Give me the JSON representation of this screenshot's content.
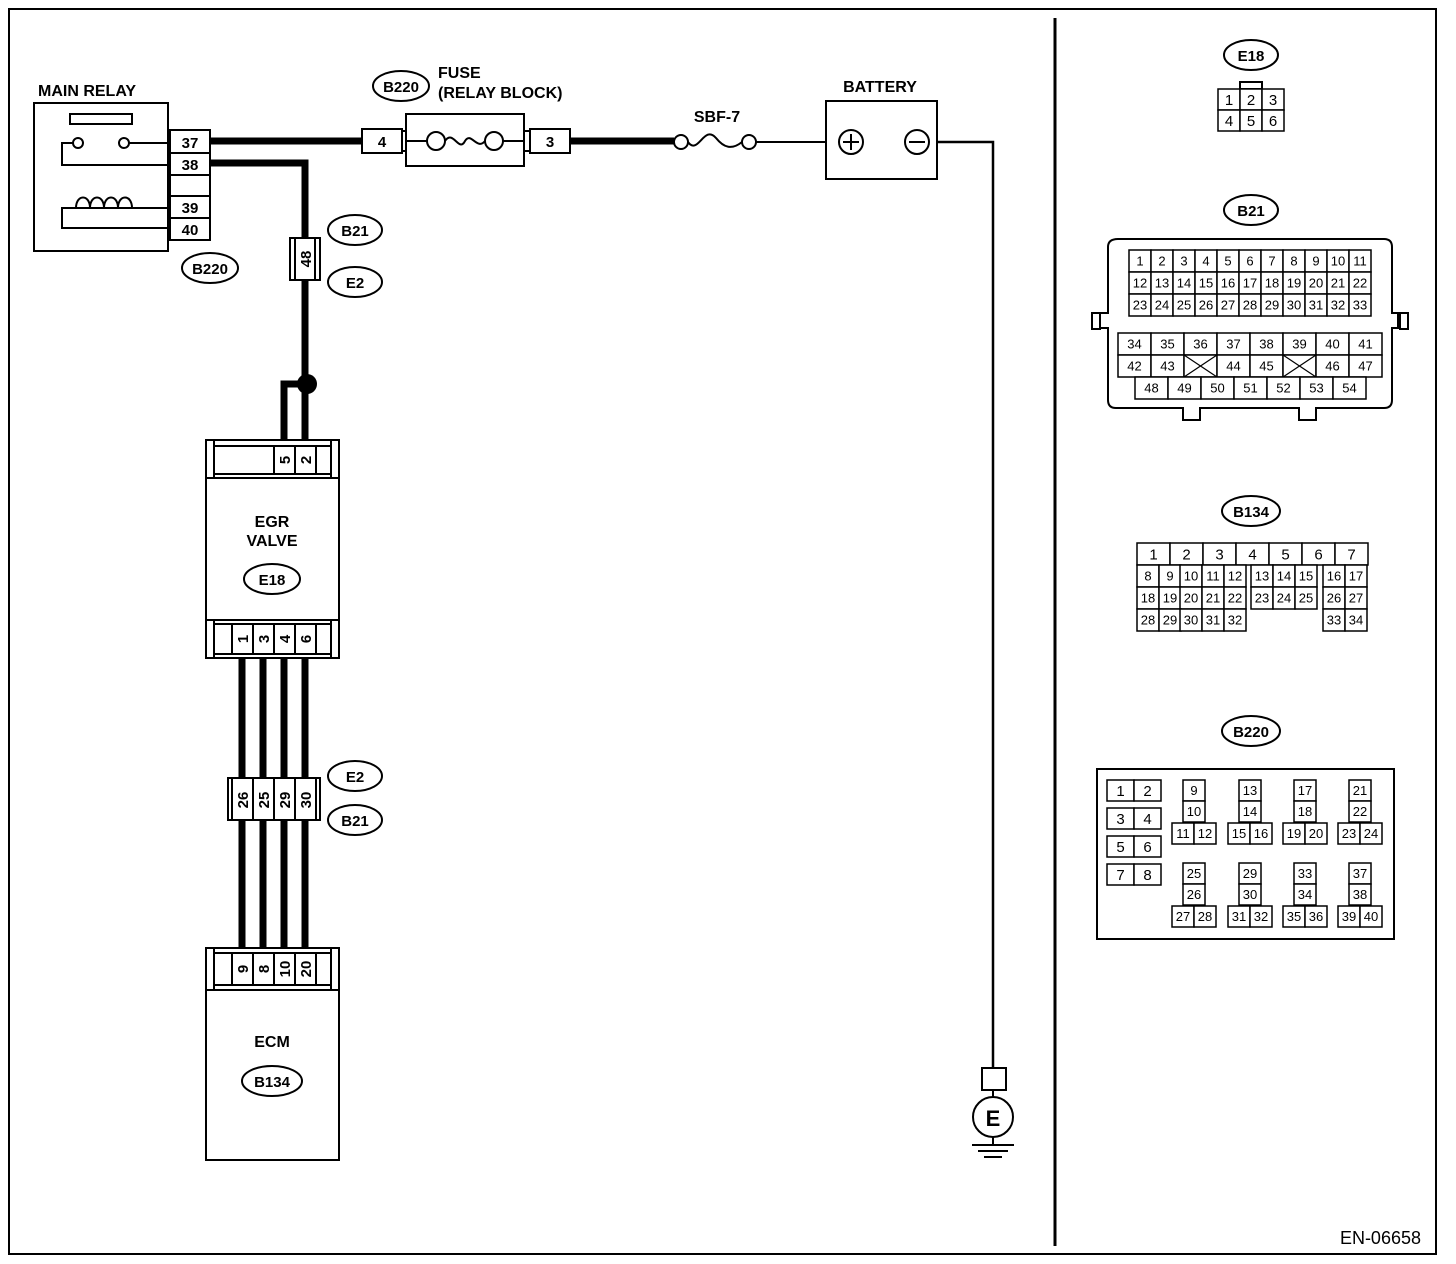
{
  "labels": {
    "main_relay": "MAIN RELAY",
    "fuse_line1": "FUSE",
    "fuse_line2": "(RELAY BLOCK)",
    "sbf": "SBF-7",
    "battery": "BATTERY",
    "egr_line1": "EGR",
    "egr_line2": "VALVE",
    "ecm": "ECM",
    "ground": "E",
    "plus": "+",
    "minus": "−",
    "doc_id": "EN-06658"
  },
  "connector_tags": {
    "main_relay": "B220",
    "fuse": "B220",
    "b21_top": "B21",
    "e2_top": "E2",
    "egr": "E18",
    "e2_mid": "E2",
    "b21_mid": "B21",
    "ecm": "B134"
  },
  "pins": {
    "relay": [
      "37",
      "38",
      "39",
      "40"
    ],
    "fuse_in": "4",
    "fuse_out": "3",
    "b21_e2_single": "48",
    "egr_top": [
      "5",
      "2"
    ],
    "egr_bottom": [
      "1",
      "3",
      "4",
      "6"
    ],
    "e2_b21_mid": [
      "26",
      "25",
      "29",
      "30"
    ],
    "ecm": [
      "9",
      "8",
      "10",
      "20"
    ]
  },
  "connector_views": {
    "e18": {
      "title": "E18",
      "rows": [
        [
          "1",
          "2",
          "3"
        ],
        [
          "4",
          "5",
          "6"
        ]
      ]
    },
    "b21": {
      "title": "B21",
      "rows_upper": [
        [
          "1",
          "2",
          "3",
          "4",
          "5",
          "6",
          "7",
          "8",
          "9",
          "10",
          "11"
        ],
        [
          "12",
          "13",
          "14",
          "15",
          "16",
          "17",
          "18",
          "19",
          "20",
          "21",
          "22"
        ],
        [
          "23",
          "24",
          "25",
          "26",
          "27",
          "28",
          "29",
          "30",
          "31",
          "32",
          "33"
        ]
      ],
      "rows_lower": [
        [
          "34",
          "35",
          "36",
          "37",
          "38",
          "39",
          "40",
          "41"
        ],
        [
          "42",
          "43",
          "",
          "44",
          "45",
          "",
          "46",
          "47"
        ],
        [
          "48",
          "49",
          "50",
          "51",
          "52",
          "53",
          "54"
        ]
      ]
    },
    "b134": {
      "title": "B134",
      "row_top": [
        "1",
        "2",
        "3",
        "4",
        "5",
        "6",
        "7"
      ],
      "rows": [
        [
          "8",
          "9",
          "10",
          "11",
          "12",
          "13",
          "14",
          "15",
          "16",
          "17"
        ],
        [
          "18",
          "19",
          "20",
          "21",
          "22",
          "23",
          "24",
          "25",
          "26",
          "27"
        ],
        [
          "28",
          "29",
          "30",
          "31",
          "32",
          "",
          "",
          "",
          "33",
          "34"
        ]
      ]
    },
    "b220": {
      "title": "B220",
      "left_pairs": [
        [
          "1",
          "2"
        ],
        [
          "3",
          "4"
        ],
        [
          "5",
          "6"
        ],
        [
          "7",
          "8"
        ]
      ],
      "groups": [
        [
          "9",
          "10",
          "11",
          "12"
        ],
        [
          "13",
          "14",
          "15",
          "16"
        ],
        [
          "17",
          "18",
          "19",
          "20"
        ],
        [
          "21",
          "22",
          "23",
          "24"
        ],
        [
          "25",
          "26",
          "27",
          "28"
        ],
        [
          "29",
          "30",
          "31",
          "32"
        ],
        [
          "33",
          "34",
          "35",
          "36"
        ],
        [
          "37",
          "38",
          "39",
          "40"
        ]
      ]
    }
  }
}
